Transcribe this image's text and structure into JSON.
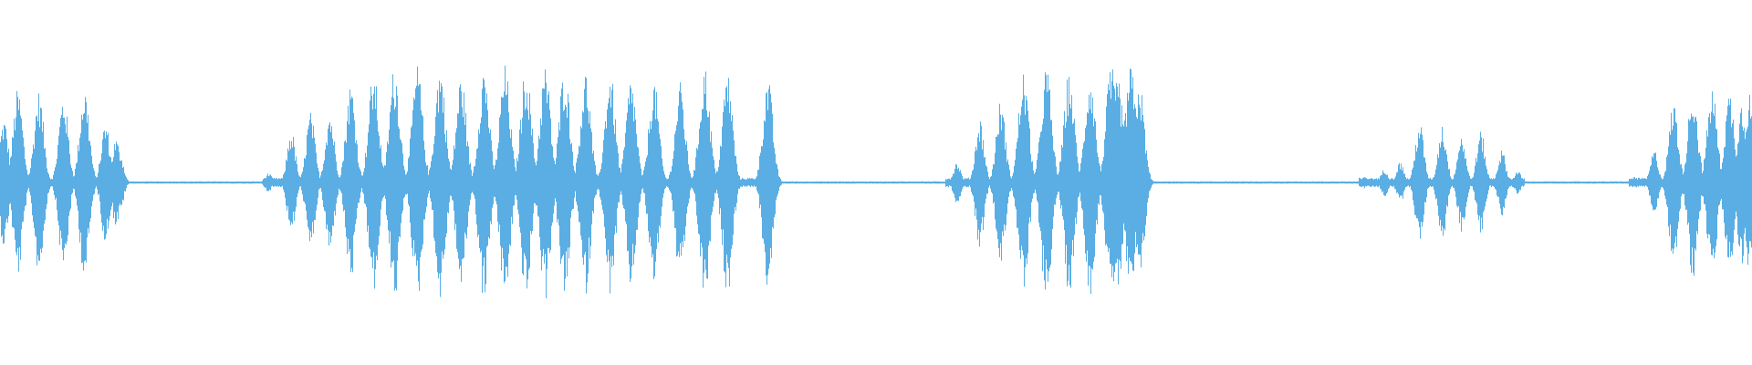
{
  "colors": {
    "background": "#ffffff",
    "waveform": "#5aaee3"
  },
  "waveform": {
    "duration_fraction_total": 1.0,
    "baseline_amplitude": 0.01,
    "bursts": [
      {
        "start": 0.0,
        "end": 0.068,
        "peaks": [
          0.55,
          0.8,
          0.78,
          0.75,
          0.82,
          0.52,
          0.38,
          0.28
        ],
        "peak_positions": [
          0.002,
          0.01,
          0.022,
          0.036,
          0.048,
          0.06,
          0.066,
          0.068
        ]
      },
      {
        "start": 0.15,
        "end": 0.442,
        "peaks": [
          0.08,
          0.45,
          0.6,
          0.62,
          0.85,
          0.95,
          1.0,
          1.0,
          1.0,
          0.92,
          1.0,
          1.0,
          1.0,
          1.0,
          1.0,
          0.95,
          0.95,
          0.9,
          0.88,
          0.85,
          1.0,
          0.95,
          0.9
        ],
        "peak_positions": [
          0.153,
          0.166,
          0.177,
          0.188,
          0.2,
          0.213,
          0.225,
          0.238,
          0.251,
          0.263,
          0.276,
          0.288,
          0.3,
          0.311,
          0.322,
          0.334,
          0.348,
          0.36,
          0.373,
          0.388,
          0.402,
          0.415,
          0.438
        ]
      },
      {
        "start": 0.54,
        "end": 0.654,
        "peaks": [
          0.18,
          0.55,
          0.7,
          0.95,
          1.0,
          0.95,
          0.95,
          1.0,
          1.0,
          0.9,
          0.88
        ],
        "peak_positions": [
          0.546,
          0.559,
          0.571,
          0.584,
          0.597,
          0.61,
          0.622,
          0.634,
          0.645,
          0.638,
          0.65
        ]
      },
      {
        "start": 0.776,
        "end": 0.87,
        "peaks": [
          0.05,
          0.12,
          0.18,
          0.52,
          0.5,
          0.42,
          0.44,
          0.28,
          0.1
        ],
        "peak_positions": [
          0.779,
          0.79,
          0.799,
          0.81,
          0.823,
          0.834,
          0.845,
          0.857,
          0.866
        ]
      },
      {
        "start": 0.93,
        "end": 1.0,
        "peaks": [
          0.05,
          0.28,
          0.7,
          0.82,
          0.82,
          0.78,
          0.7,
          0.78
        ],
        "peak_positions": [
          0.933,
          0.944,
          0.955,
          0.966,
          0.977,
          0.987,
          0.994,
          0.998
        ]
      }
    ]
  }
}
